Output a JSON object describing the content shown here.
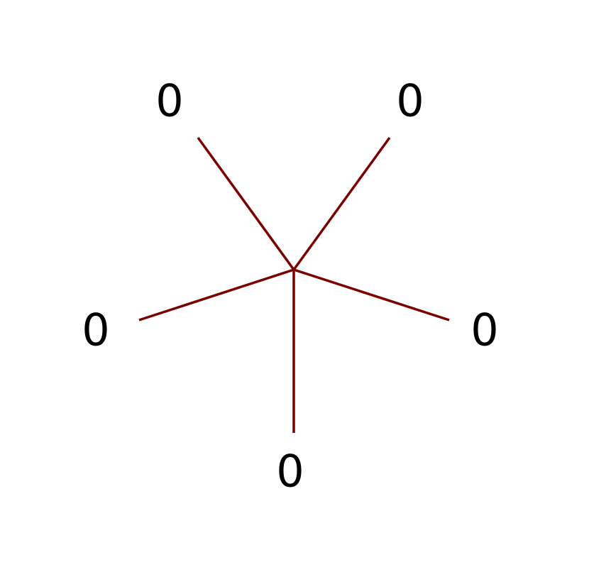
{
  "diagram": {
    "colors": {
      "line": "#7a0000",
      "label": "#000000",
      "background": "#ffffff"
    },
    "labels": {
      "top_left": "0",
      "top_right": "0",
      "left": "0",
      "right": "0",
      "bottom": "0"
    }
  }
}
